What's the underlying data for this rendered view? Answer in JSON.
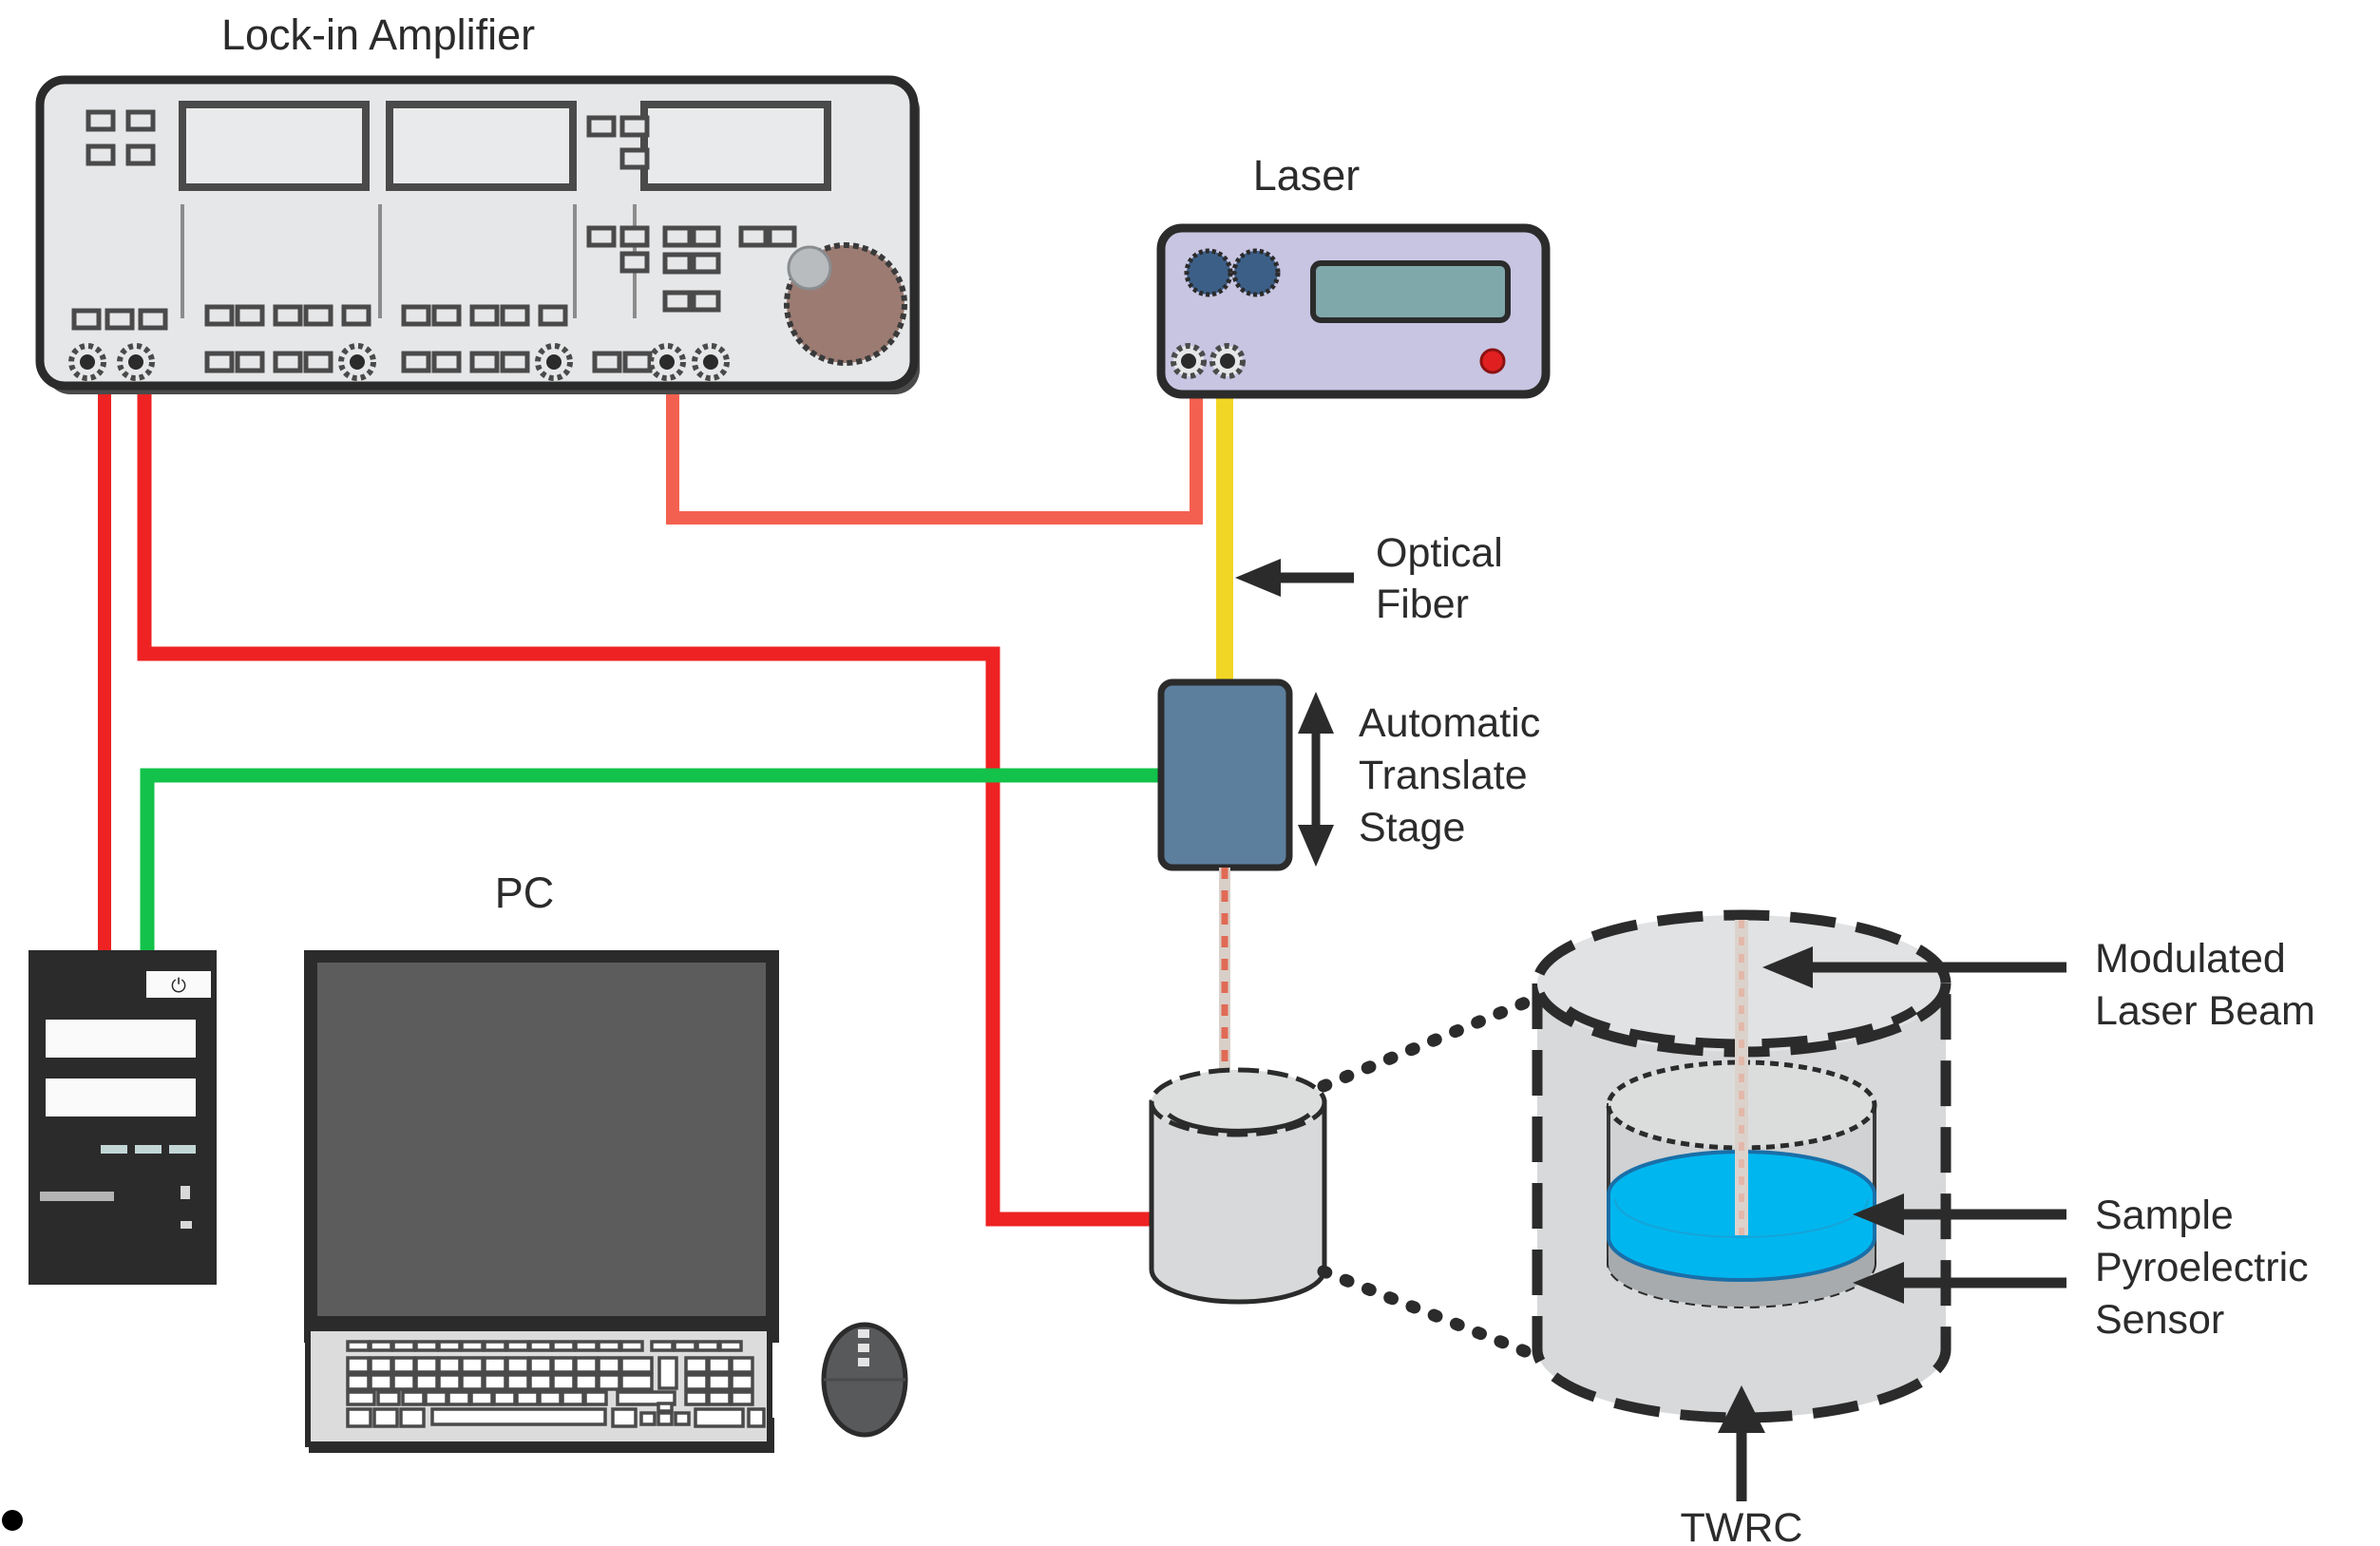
{
  "diagram": {
    "type": "photopyroelectric-experimental-setup",
    "background_color": "#ffffff"
  },
  "labels": {
    "lockin_amplifier": "Lock-in Amplifier",
    "laser": "Laser",
    "pc": "PC",
    "optical_fiber_line1": "Optical",
    "optical_fiber_line2": "Fiber",
    "translate_stage_line1": "Automatic",
    "translate_stage_line2": "Translate",
    "translate_stage_line3": "Stage",
    "modulated_beam_line1": "Modulated",
    "modulated_beam_line2": "Laser Beam",
    "sample_line1": "Sample",
    "sample_line2": "Pyroelectric",
    "sample_line3": "Sensor",
    "twrc": "TWRC"
  },
  "colors": {
    "instrument_body": "#e6e7e8",
    "instrument_outline": "#2b2b2b",
    "laser_body": "#c8c5e2",
    "laser_display": "#7fa8ab",
    "laser_button": "#3c5f88",
    "laser_led": "#e02020",
    "knob": "#9b7b72",
    "cable_red_dark": "#ee2222",
    "cable_red_light": "#f4604f",
    "cable_green": "#12c24a",
    "fiber_yellow": "#f2d625",
    "stage_blue": "#5d7f9e",
    "cylinder_body": "#d7d9da",
    "cylinder_shade": "#c6c8ca",
    "sample_cyan": "#00b6ef",
    "sensor_grey": "#a8abad",
    "pc_tower": "#2b2b2b",
    "monitor_screen": "#5c5c5c",
    "keyboard_body": "#dcdcdc",
    "mouse_body": "#58595b",
    "beam_line": "#d8b9b0",
    "arrow_dark": "#2b2b2b"
  },
  "components": [
    {
      "name": "lock-in-amplifier",
      "label": "Lock-in Amplifier"
    },
    {
      "name": "laser",
      "label": "Laser"
    },
    {
      "name": "pc",
      "label": "PC"
    },
    {
      "name": "optical-fiber",
      "label": "Optical Fiber"
    },
    {
      "name": "automatic-translate-stage",
      "label": "Automatic Translate Stage"
    },
    {
      "name": "sample-cell",
      "label": "TWRC"
    },
    {
      "name": "modulated-laser-beam",
      "label": "Modulated Laser Beam"
    },
    {
      "name": "sample",
      "label": "Sample"
    },
    {
      "name": "pyroelectric-sensor",
      "label": "Pyroelectric Sensor"
    }
  ],
  "connections": [
    {
      "from": "lock-in-amplifier",
      "to": "pc-tower",
      "color": "#ee2222",
      "name": "lockin-to-pc-cable-1"
    },
    {
      "from": "lock-in-amplifier",
      "to": "sample-cell",
      "color": "#ee2222",
      "name": "lockin-to-sample-cable"
    },
    {
      "from": "lock-in-amplifier",
      "to": "laser",
      "color": "#f4604f",
      "name": "lockin-to-laser-cable"
    },
    {
      "from": "pc-tower",
      "to": "automatic-translate-stage",
      "color": "#12c24a",
      "name": "pc-to-stage-cable"
    },
    {
      "from": "laser",
      "to": "automatic-translate-stage",
      "color": "#f2d625",
      "name": "optical-fiber-cable"
    }
  ]
}
